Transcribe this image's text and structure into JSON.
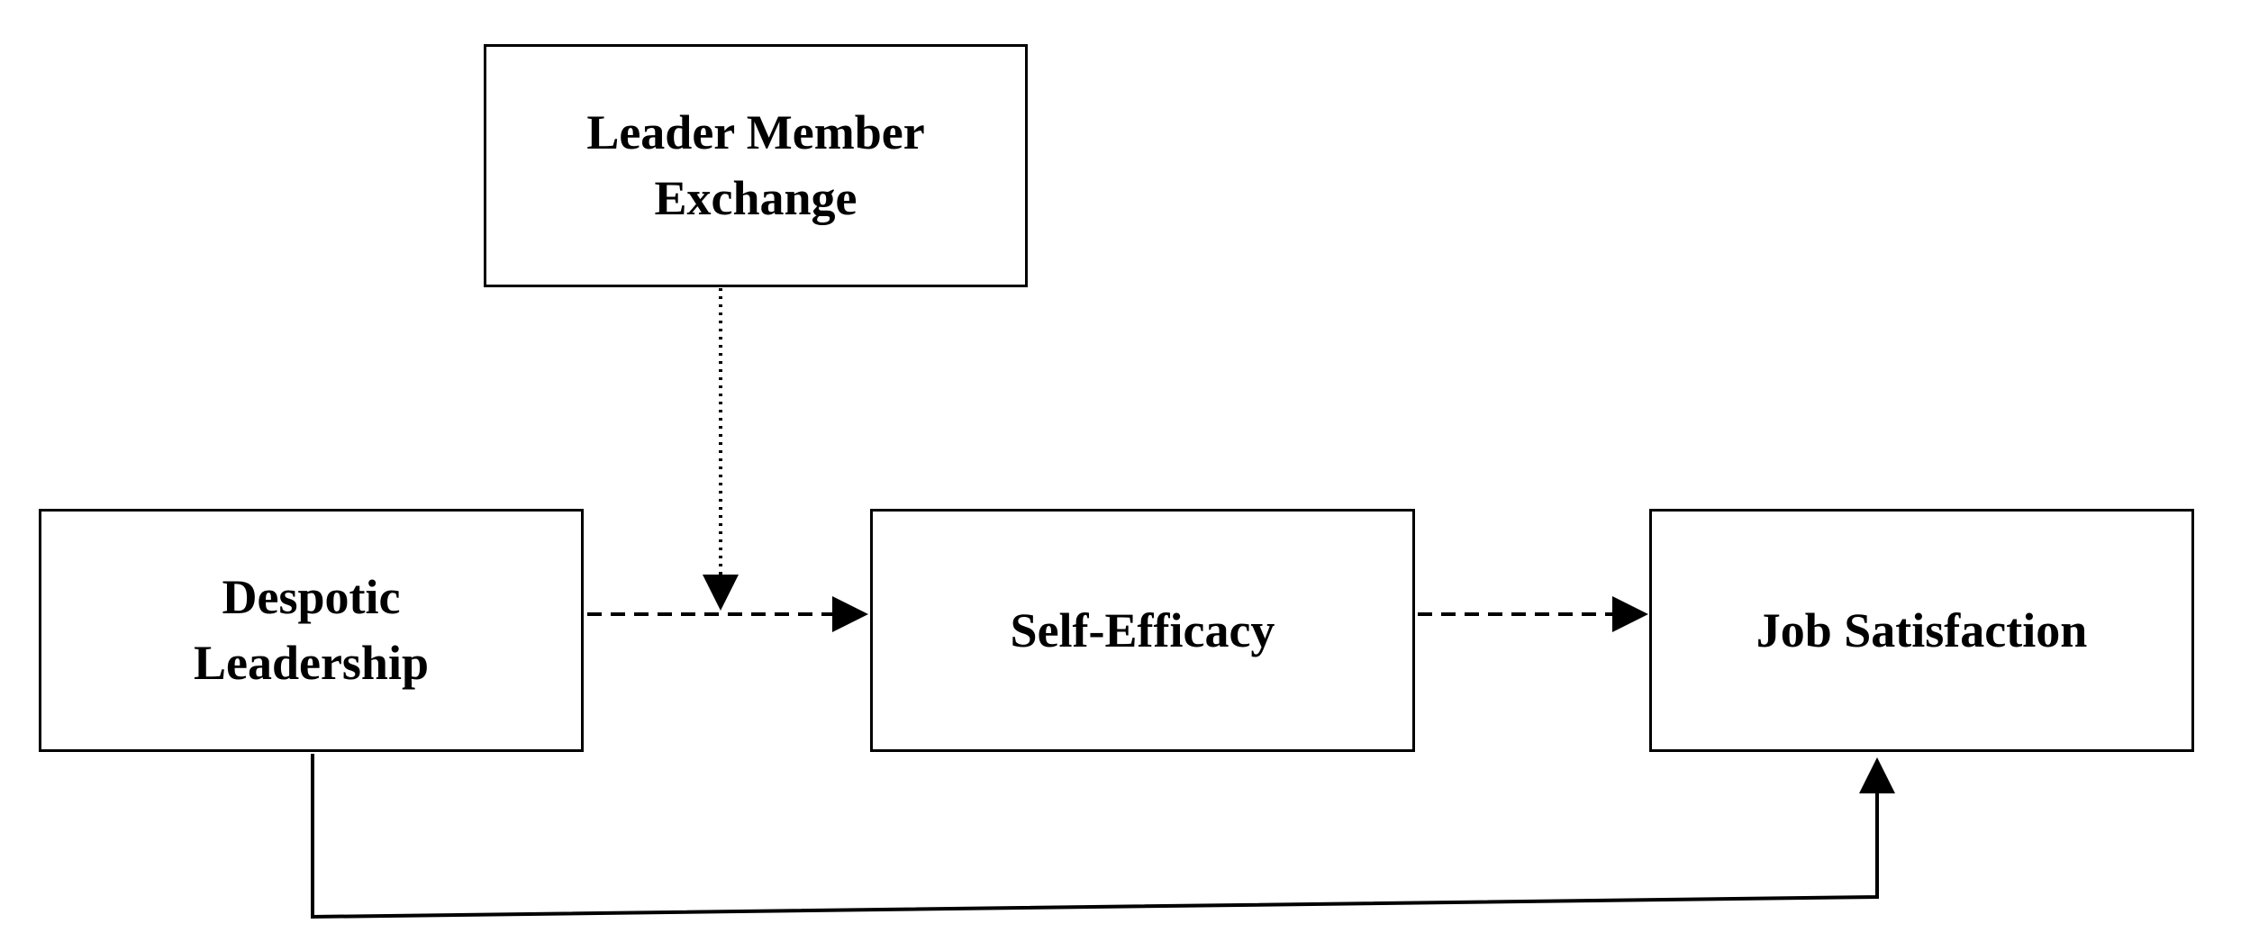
{
  "nodes": {
    "lmx": {
      "label": "Leader Member\nExchange"
    },
    "dl": {
      "label": "Despotic\nLeadership"
    },
    "se": {
      "label": "Self-Efficacy"
    },
    "js": {
      "label": "Job Satisfaction"
    }
  },
  "edges": [
    {
      "from": "lmx",
      "to": "dl-se-path",
      "style": "dotted"
    },
    {
      "from": "dl",
      "to": "se",
      "style": "dashed"
    },
    {
      "from": "se",
      "to": "js",
      "style": "dashed"
    },
    {
      "from": "dl",
      "to": "js",
      "style": "solid"
    }
  ],
  "colors": {
    "stroke": "#000000",
    "background": "#ffffff"
  }
}
